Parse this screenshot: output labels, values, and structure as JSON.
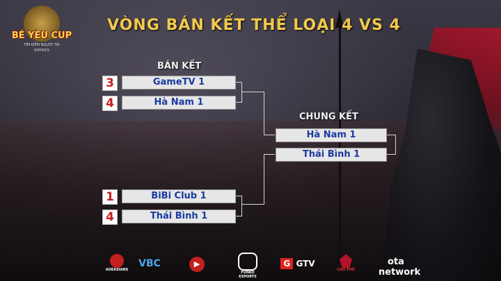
{
  "title": "VÒNG BÁN KẾT THỂ LOẠI 4 VS 4",
  "logo": {
    "name": "BÉ YÊU CUP",
    "tagline": "TÌM KIẾM NGƯỜI TÀI",
    "emblem": "EMPIRES"
  },
  "semifinal": {
    "label": "BÁN KẾT",
    "matches": [
      {
        "teams": [
          {
            "seed": "3",
            "name": "GameTV 1"
          },
          {
            "seed": "4",
            "name": "Hà Nam 1"
          }
        ]
      },
      {
        "teams": [
          {
            "seed": "1",
            "name": "BiBi Club 1"
          },
          {
            "seed": "4",
            "name": "Thái Bình 1"
          }
        ]
      }
    ]
  },
  "final": {
    "label": "CHUNG KẾT",
    "teams": [
      {
        "name": "Hà Nam 1"
      },
      {
        "name": "Thái Bình 1"
      }
    ]
  },
  "sponsors": [
    "AOEASIANS",
    "VBC",
    "",
    "FUNKO ESPORTS",
    "G GTV",
    "CAO THỦ",
    "ota network"
  ],
  "colors": {
    "title": "#f2c94c",
    "seed_red": "#c4201e",
    "team_name": "#1a3aa0",
    "box_bg": "#e6e6e6"
  }
}
